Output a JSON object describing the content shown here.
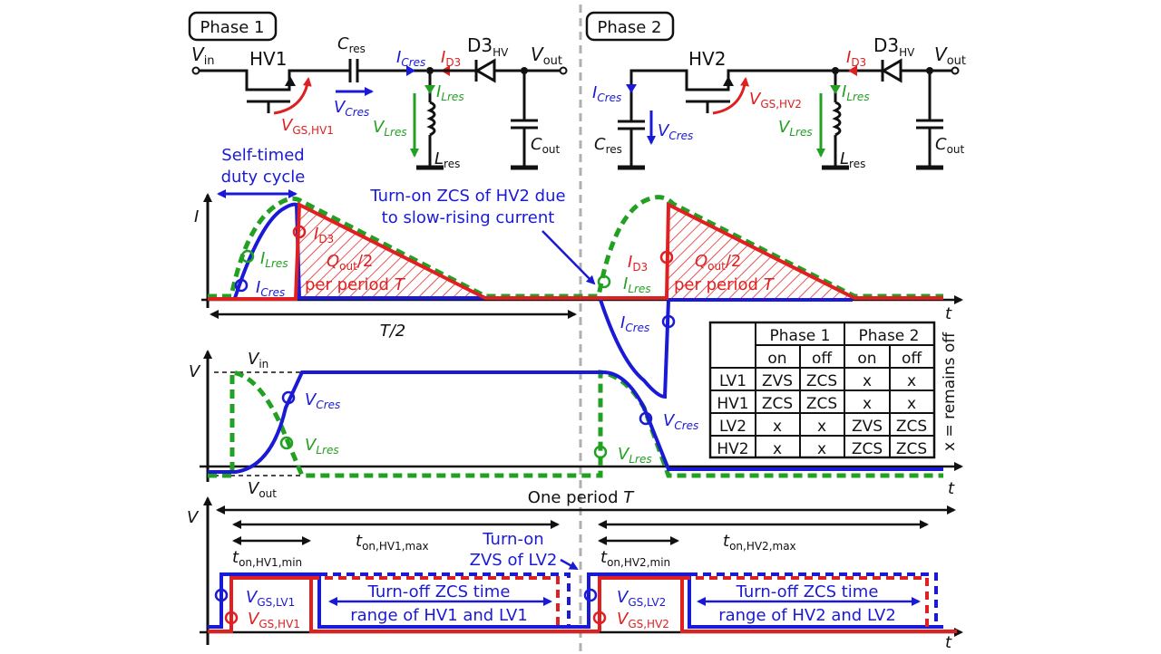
{
  "colors": {
    "blue": "#1a1ad6",
    "red": "#e02020",
    "green": "#22a022",
    "black": "#111111",
    "separator": "#b0b0b0"
  },
  "phase1": {
    "title": "Phase 1",
    "vin": "V",
    "vin_sub": "in",
    "switch": "HV1",
    "cres": "C",
    "cres_sub": "res",
    "icres": "I",
    "icres_sub": "Cres",
    "id3": "I",
    "id3_sub": "D3",
    "diode": "D3",
    "diode_sub": "HV",
    "vout": "V",
    "vout_sub": "out",
    "ilres": "I",
    "ilres_sub": "Lres",
    "vlres": "V",
    "vlres_sub": "Lres",
    "vcres": "V",
    "vcres_sub": "Cres",
    "vgs": "V",
    "vgs_sub": "GS,HV1",
    "lres": "L",
    "lres_sub": "res",
    "cout": "C",
    "cout_sub": "out"
  },
  "phase2": {
    "title": "Phase 2",
    "switch": "HV2",
    "icres": "I",
    "icres_sub": "Cres",
    "vcres": "V",
    "vcres_sub": "Cres",
    "cres": "C",
    "cres_sub": "res",
    "vgs": "V",
    "vgs_sub": "GS,HV2",
    "id3": "I",
    "id3_sub": "D3",
    "diode": "D3",
    "diode_sub": "HV",
    "vout": "V",
    "vout_sub": "out",
    "ilres": "I",
    "ilres_sub": "Lres",
    "vlres": "V",
    "vlres_sub": "Lres",
    "lres": "L",
    "lres_sub": "res",
    "cout": "C",
    "cout_sub": "out"
  },
  "current_plot": {
    "ylabel": "I",
    "xlabel": "t",
    "annotation_duty_line1": "Self-timed",
    "annotation_duty_line2": "duty cycle",
    "annotation_zcs_line1": "Turn-on ZCS of HV2 due",
    "annotation_zcs_line2": "to slow-rising current",
    "half_period": "T/2",
    "q_label": "Q",
    "q_sub": "out",
    "q_tail": "/2",
    "per_period": "per period ",
    "per_period_T": "T",
    "label_id3": "I",
    "label_id3_sub": "D3",
    "label_ilres": "I",
    "label_ilres_sub": "Lres",
    "label_icres": "I",
    "label_icres_sub": "Cres"
  },
  "voltage_plot": {
    "ylabel": "V",
    "xlabel": "t",
    "vin": "V",
    "vin_sub": "in",
    "vout": "V",
    "vout_sub": "out",
    "label_vcres": "V",
    "label_vcres_sub": "Cres",
    "label_vlres": "V",
    "label_vlres_sub": "Lres"
  },
  "gate_plot": {
    "ylabel": "V",
    "xlabel": "t",
    "one_period": "One period ",
    "one_period_T": "T",
    "ton_hv1_min": "t",
    "ton_hv1_min_sub": "on,HV1,min",
    "ton_hv1_max": "t",
    "ton_hv1_max_sub": "on,HV1,max",
    "ton_hv2_min": "t",
    "ton_hv2_min_sub": "on,HV2,min",
    "ton_hv2_max": "t",
    "ton_hv2_max_sub": "on,HV2,max",
    "turnon_zvs_line1": "Turn-on",
    "turnon_zvs_line2": "ZVS of LV2",
    "zcs_range1_line1": "Turn-off ZCS time",
    "zcs_range1_line2": "range of HV1 and LV1",
    "zcs_range2_line1": "Turn-off ZCS time",
    "zcs_range2_line2": "range of HV2 and LV2",
    "vgs_lv1": "V",
    "vgs_lv1_sub": "GS,LV1",
    "vgs_hv1": "V",
    "vgs_hv1_sub": "GS,HV1",
    "vgs_lv2": "V",
    "vgs_lv2_sub": "GS,LV2",
    "vgs_hv2": "V",
    "vgs_hv2_sub": "GS,HV2"
  },
  "switching_table": {
    "group_headers": [
      "Phase 1",
      "Phase 2"
    ],
    "sub_headers": [
      "on",
      "off",
      "on",
      "off"
    ],
    "rows": [
      {
        "device": "LV1",
        "cells": [
          "ZVS",
          "ZCS",
          "x",
          "x"
        ]
      },
      {
        "device": "HV1",
        "cells": [
          "ZCS",
          "ZCS",
          "x",
          "x"
        ]
      },
      {
        "device": "LV2",
        "cells": [
          "x",
          "x",
          "ZVS",
          "ZCS"
        ]
      },
      {
        "device": "HV2",
        "cells": [
          "x",
          "x",
          "ZCS",
          "ZCS"
        ]
      }
    ],
    "legend": "x = remains off"
  }
}
